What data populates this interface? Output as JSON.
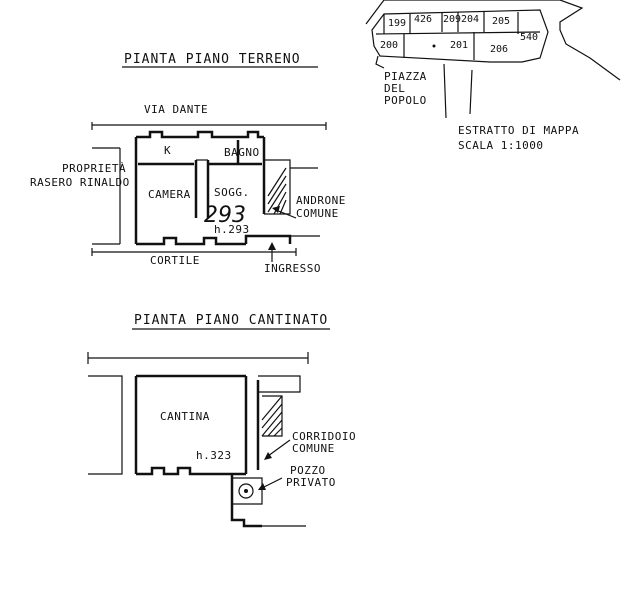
{
  "titles": {
    "ground_floor": "PIANTA  PIANO  TERRENO",
    "basement": "PIANTA  PIANO  CANTINATO"
  },
  "ground_floor": {
    "street": "VIA    DANTE",
    "neighbor_line1": "PROPRIETÀ",
    "neighbor_line2": "RASERO  RINALDO",
    "courtyard": "CORTILE",
    "entrance": "INGRESSO",
    "hall_line1": "ANDRONE",
    "hall_line2": "COMUNE",
    "kitchen": "K",
    "bathroom": "BAGNO",
    "bedroom": "CAMERA",
    "living_line1": "SOGG.",
    "height": "h.293",
    "handwritten_number": "293"
  },
  "basement": {
    "cellar": "CANTINA",
    "height": "h.323",
    "corridor_line1": "CORRIDOIO",
    "corridor_line2": "COMUNE",
    "well_line1": "POZZO",
    "well_line2": "PRIVATO"
  },
  "map": {
    "parcels": [
      "199",
      "426",
      "209",
      "204",
      "205",
      "200",
      "201",
      "206",
      "540"
    ],
    "square_line1": "PIAZZA",
    "square_line2": "DEL",
    "square_line3": "POPOLO",
    "caption_line1": "ESTRATTO  DI  MAPPA",
    "caption_line2": "SCALA   1:1000"
  }
}
